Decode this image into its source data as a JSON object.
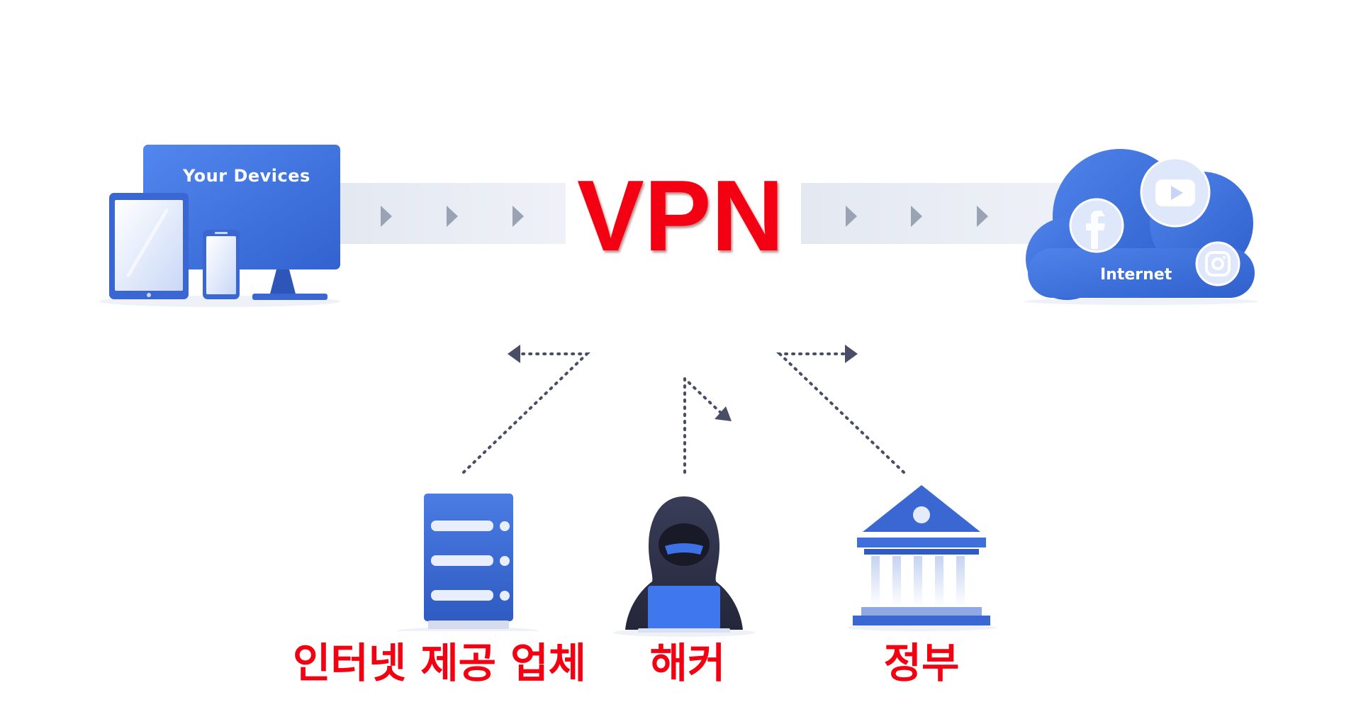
{
  "devices": {
    "label": "Your Devices"
  },
  "center": {
    "title": "VPN"
  },
  "internet": {
    "label": "Internet",
    "icons": [
      "facebook-icon",
      "youtube-icon",
      "instagram-icon"
    ]
  },
  "observers": [
    {
      "label": "인터넷 제공 업체",
      "icon": "server-icon"
    },
    {
      "label": "해커",
      "icon": "hacker-icon"
    },
    {
      "label": "정부",
      "icon": "government-building-icon"
    }
  ],
  "colors": {
    "accent": "#3f6fd8",
    "label_red": "#f30012",
    "stream": "#e8ebf3",
    "arrow": "#9aa3b4",
    "dotted": "#4a4d66"
  }
}
